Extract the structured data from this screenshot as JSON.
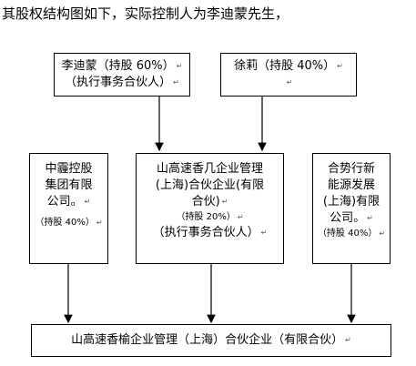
{
  "intro": "其股权结构图如下，实际控制人为李迪蒙先生，",
  "mark": "↵",
  "shareholders": {
    "li": {
      "name": "李迪蒙（持股 60%）",
      "role": "（执行事务合伙人）"
    },
    "xu": {
      "name": "徐莉（持股 40%）"
    },
    "zhongjian": {
      "line1": "中霾控股",
      "line2": "集团有限",
      "line3": "公司。",
      "share": "（持股 40%）"
    },
    "hehuo": {
      "line1": "山高速香几企业管理",
      "line2": "(上海)合伙企业(有限",
      "line3": "合伙)",
      "share": "（持股 20%）",
      "role": "（执行事务合伙人）"
    },
    "heshi": {
      "line1": "合势行新",
      "line2": "能源发展",
      "line3": "(上海)有限",
      "line4": "公司。",
      "share": "（持股 40%）"
    }
  },
  "target": {
    "name": "山高速香榆企业管理（上海）合伙企业（有限合伙）"
  }
}
